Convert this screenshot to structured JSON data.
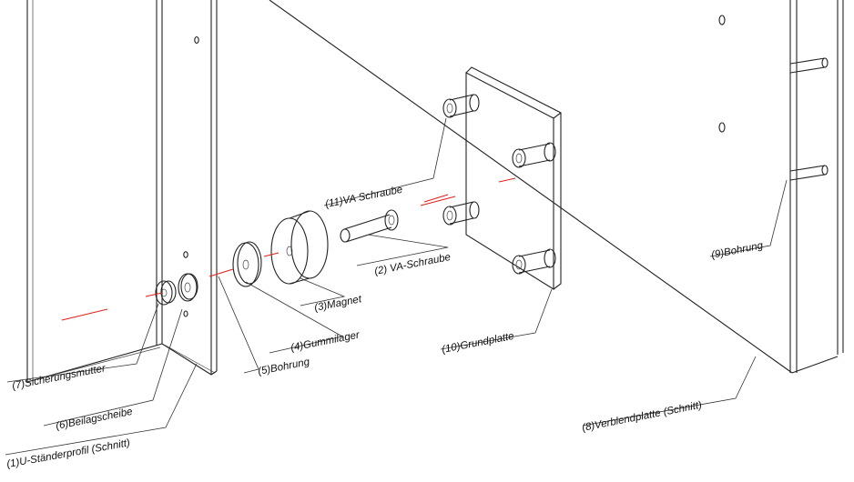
{
  "callouts": {
    "c1": "(1)U-Ständerprofil (Schnitt)",
    "c2": "(2) VA-Schraube",
    "c3": "(3)Magnet",
    "c4": "(4)Gummilager",
    "c5": "(5)Bohrung",
    "c6": "(6)Beilagscheibe",
    "c7": "(7)Sicherungsmutter",
    "c8": "(8)Verblendplatte (Schnitt)",
    "c9": "(9)Bohrung",
    "c10": "(10)Grundplatte",
    "c11": "(11)VA Schraube"
  },
  "colors": {
    "line": "#222222",
    "axis": "#e0201a",
    "background": "#ffffff"
  }
}
